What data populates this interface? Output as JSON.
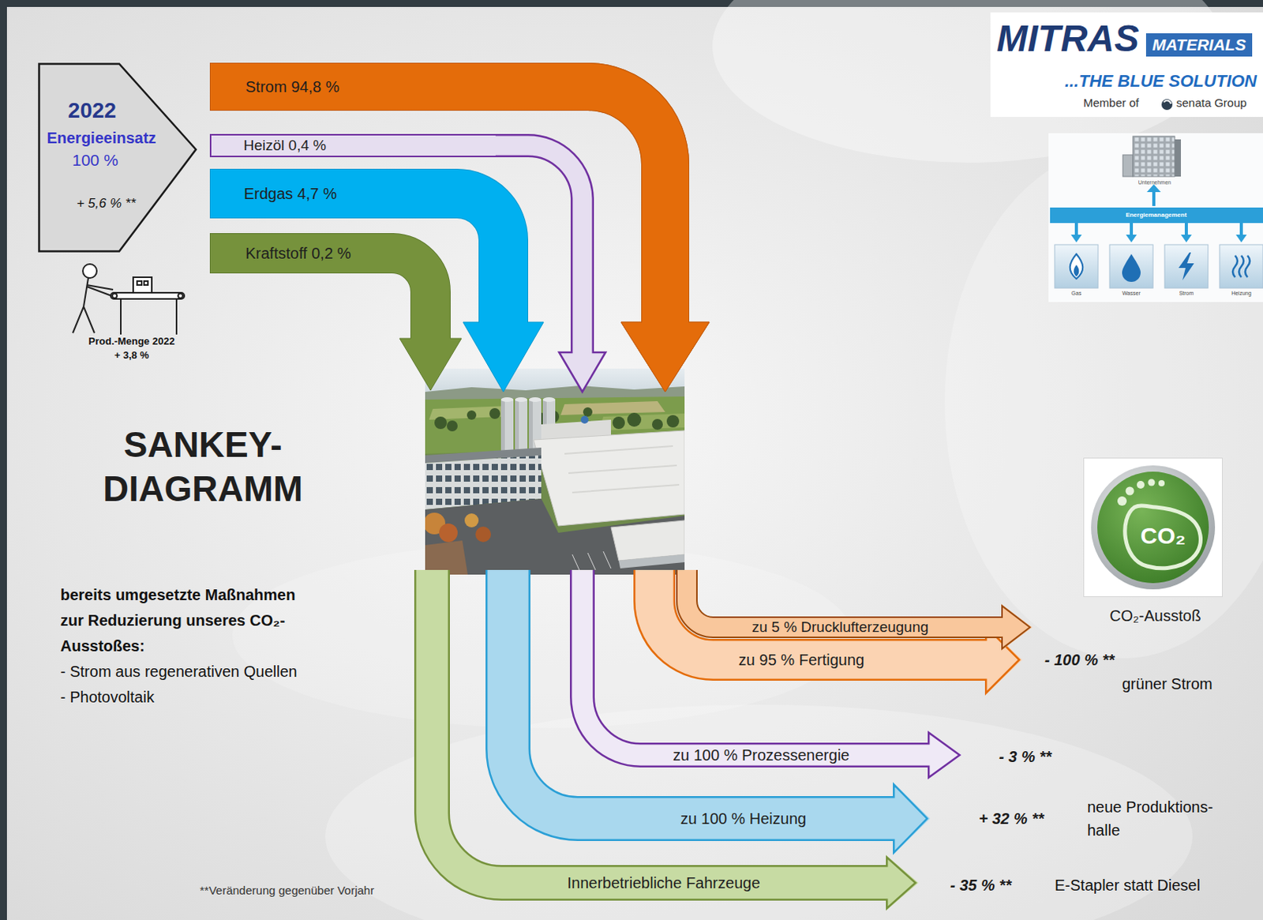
{
  "diagram": {
    "title": "SANKEY- DIAGRAMM",
    "nodes": [
      {
        "text": [
          "2022",
          "Energieeinsatz",
          "100 %",
          "+ 5,6 % **"
        ]
      },
      {
        "text": [
          "Strom 94,8 %"
        ]
      },
      {
        "text": [
          "Heizöl 0,4 %"
        ]
      },
      {
        "text": [
          "Erdgas 4,7 %"
        ]
      },
      {
        "text": [
          "Kraftstoff 0,2 %"
        ]
      },
      {
        "text": [
          "zu 5 % Drucklufterzeugung"
        ]
      },
      {
        "text": [
          "zu 95 % Fertigung"
        ]
      },
      {
        "text": [
          "zu 100 % Prozessenergie"
        ]
      },
      {
        "text": [
          "zu 100 % Heizung"
        ]
      },
      {
        "text": [
          "Innerbetriebliche Fahrzeuge"
        ]
      },
      {
        "text": [
          "MITRAS",
          "...THE BLUE SOLUTION",
          "Member of",
          "senata Group"
        ]
      },
      {
        "text": [
          "MATERIALS"
        ],
        "in": 10
      },
      {
        "text": [
          "CO₂",
          "CO₂-Ausstoß"
        ]
      }
    ],
    "edges": [
      {
        "from": 1,
        "to": 5,
        "arrow": "to"
      },
      {
        "from": 1,
        "to": 6,
        "arrow": "to"
      },
      {
        "from": 2,
        "to": 7,
        "arrow": "to"
      },
      {
        "from": 3,
        "to": 8,
        "arrow": "to"
      },
      {
        "from": 4,
        "to": 9,
        "arrow": "to"
      }
    ],
    "labels": [
      "Prod.-Menge 2022",
      "+ 3,8 %",
      "bereits umgesetzte Maßnahmen zur Reduzierung unseres CO₂-Ausstoßes:",
      "- Strom aus regenerativen Quellen",
      "- Photovoltaik",
      "**Veränderung gegenüber Vorjahr",
      "- 100 % **",
      "grüner Strom",
      "- 3 % **",
      "+ 32 % **",
      "neue Produktions- halle",
      "- 35 % **",
      "E-Stapler statt Diesel",
      "Unternehmen",
      "Energiemanagement",
      "Gas",
      "Wasser",
      "Strom",
      "Heizung"
    ]
  }
}
